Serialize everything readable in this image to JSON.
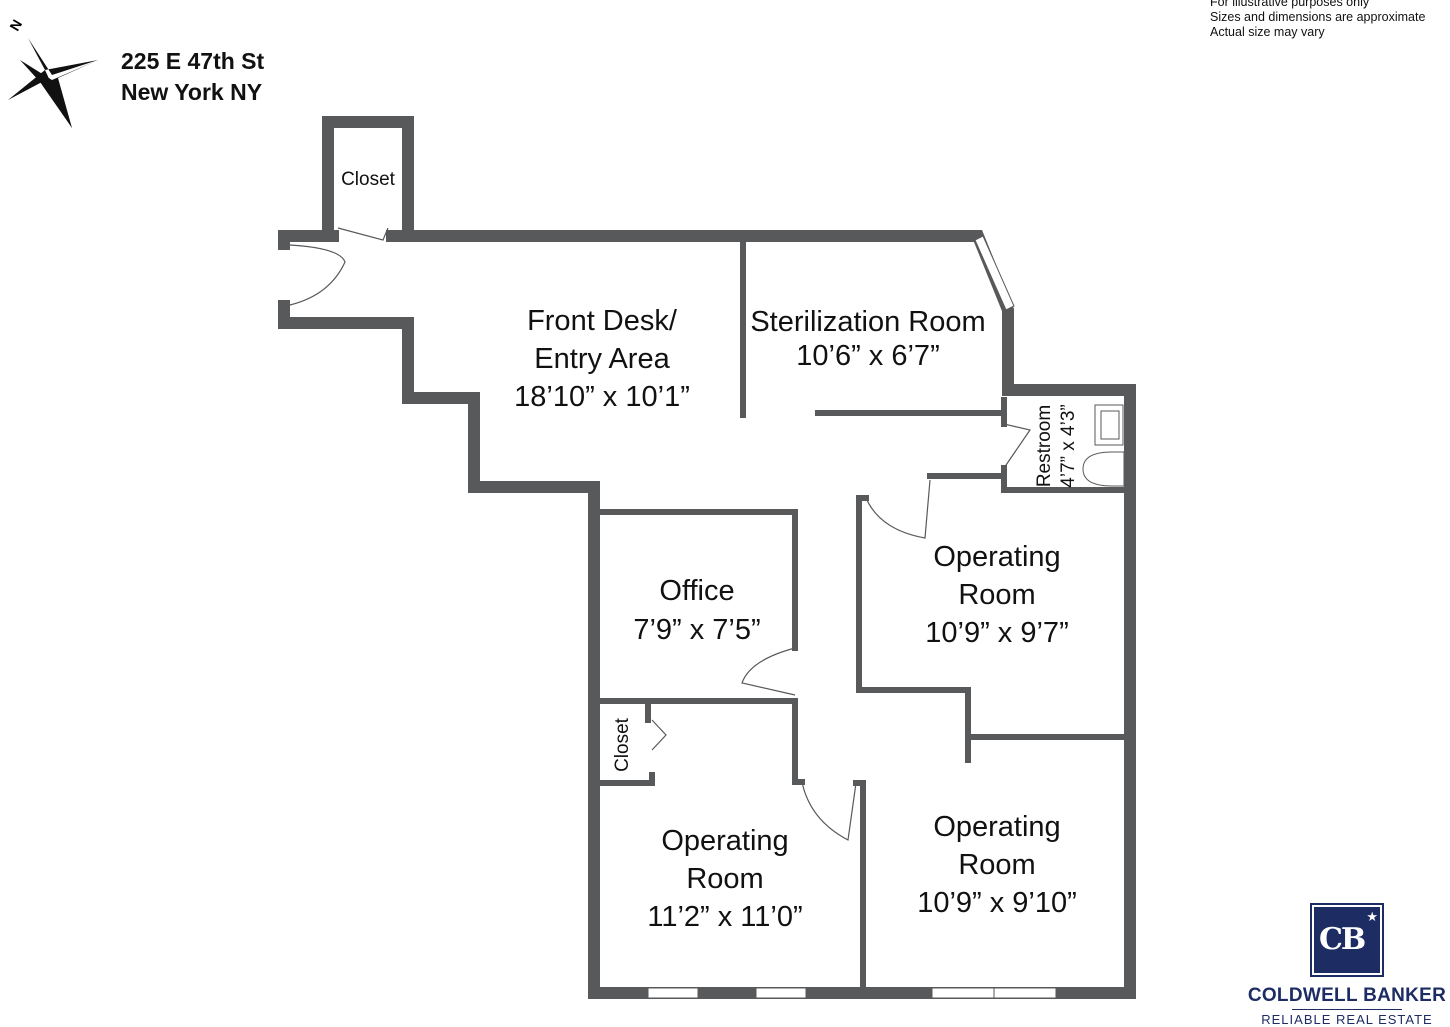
{
  "header": {
    "address_line1": "225 E 47th St",
    "address_line2": "New York NY",
    "compass_label": "N"
  },
  "disclaimer": [
    "For illustrative purposes only",
    "Sizes and dimensions are approximate",
    "Actual size may vary"
  ],
  "rooms": {
    "closet_top": {
      "name": "Closet"
    },
    "front_desk": {
      "name_line1": "Front Desk/",
      "name_line2": "Entry Area",
      "dims": "18’10” x 10’1”"
    },
    "sterilization": {
      "name": "Sterilization Room",
      "dims": "10’6” x 6’7”"
    },
    "restroom": {
      "name": "Restroom",
      "dims": "4’7” x 4’3”"
    },
    "operating_1": {
      "name_line1": "Operating",
      "name_line2": "Room",
      "dims": "10’9” x 9’7”"
    },
    "office": {
      "name": "Office",
      "dims": "7’9” x 7’5”"
    },
    "closet_bottom": {
      "name": "Closet"
    },
    "operating_2": {
      "name_line1": "Operating",
      "name_line2": "Room",
      "dims": "11’2” x 11’0”"
    },
    "operating_3": {
      "name_line1": "Operating",
      "name_line2": "Room",
      "dims": "10’9” x 9’10”"
    }
  },
  "logo": {
    "monogram": "CB",
    "name": "COLDWELL BANKER",
    "subtitle": "RELIABLE REAL ESTATE",
    "brand_color": "#1d2d64"
  },
  "colors": {
    "wall": "#58595b"
  }
}
